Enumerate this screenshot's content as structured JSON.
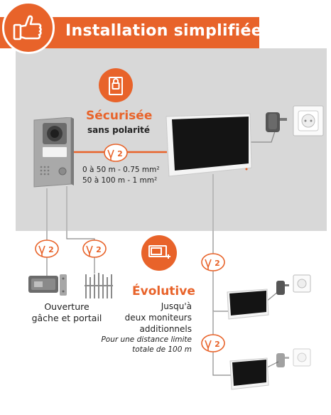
{
  "header": {
    "title": "Installation simplifiée",
    "icon": "thumbs-up-icon"
  },
  "colors": {
    "accent": "#e8632a",
    "panel": "#d8d8d8",
    "screen": "#141414"
  },
  "secure": {
    "title": "Sécurisée",
    "subtitle": "sans polarité",
    "icon": "padlock-door-icon"
  },
  "cable": {
    "wire_count": "2",
    "spec_line1": "0 à 50 m - 0.75 mm²",
    "spec_line2": "50 à 100 m - 1 mm²"
  },
  "opening": {
    "label_line1": "Ouverture",
    "label_line2": "gâche et portail"
  },
  "scalable": {
    "title": "Évolutive",
    "line1": "Jusqu'à",
    "line2": "deux moniteurs",
    "line3": "additionnels",
    "note_line1": "Pour une distance limite",
    "note_line2": "totale de 100 m",
    "icon": "add-monitor-icon"
  }
}
